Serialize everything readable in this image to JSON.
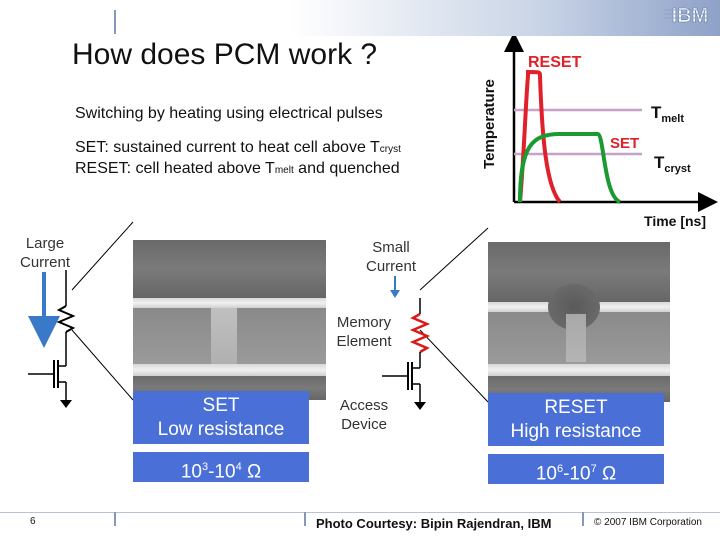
{
  "title": "How does PCM work ?",
  "bullets": {
    "line1": "Switching by heating using electrical pulses",
    "set_prefix": "SET: sustained current to heat cell above T",
    "set_sub": "cryst",
    "reset_prefix": "RESET: cell heated above T",
    "reset_sub": "melt",
    "reset_suffix": " and quenched"
  },
  "pulse_chart": {
    "y_label": "Temperature",
    "x_label": "Time [ns]",
    "reset_label": "RESET",
    "set_label": "SET",
    "tmelt_label": "T",
    "tmelt_sub": "melt",
    "tcryst_label": "T",
    "tcryst_sub": "cryst",
    "reset_color": "#e0202a",
    "set_color": "#1a9a30",
    "threshold_color": "#c8a0c8"
  },
  "left_cell": {
    "current_label": "Large Current",
    "state_label": "SET",
    "resistance_label": "Low resistance",
    "range_base1": "10",
    "range_exp1": "3",
    "range_sep": "-10",
    "range_exp2": "4",
    "range_unit": " Ω"
  },
  "right_cell": {
    "current_label": "Small Current",
    "memory_label": "Memory Element",
    "access_label": "Access Device",
    "state_label": "RESET",
    "resistance_label": "High resistance",
    "range_base1": "10",
    "range_exp1": "6",
    "range_sep": "-10",
    "range_exp2": "7",
    "range_unit": " Ω"
  },
  "footer": {
    "page_number": "6",
    "credit": "Photo Courtesy: Bipin Rajendran, IBM",
    "copyright": "© 2007 IBM Corporation",
    "logo_text": "IBM"
  },
  "colors": {
    "box_blue": "#4a6fd6",
    "arrow_blue": "#3a78c8",
    "resistor_red": "#d81a1a"
  }
}
